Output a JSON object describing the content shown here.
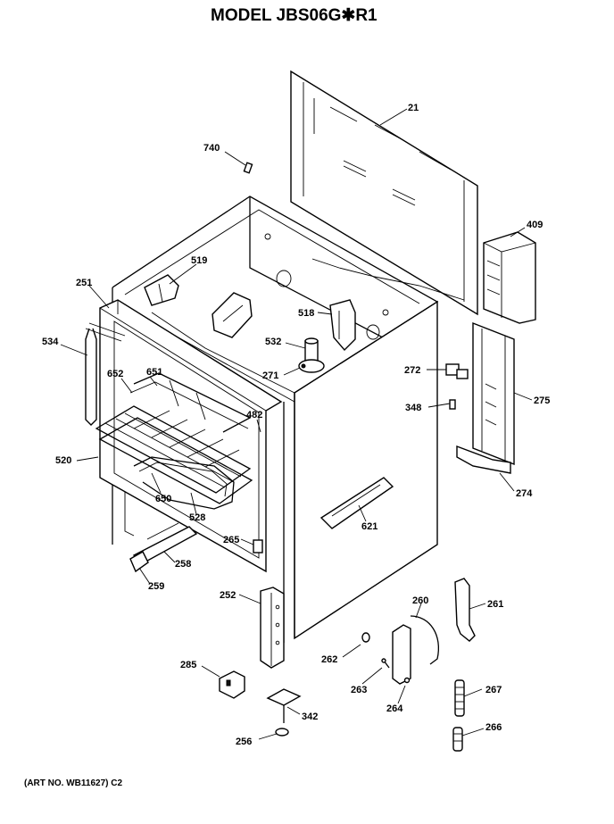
{
  "title": "MODEL JBS06G✱R1",
  "art_number": "(ART NO. WB11627) C2",
  "callouts": [
    {
      "id": "21",
      "label": "21"
    },
    {
      "id": "740",
      "label": "740"
    },
    {
      "id": "409",
      "label": "409"
    },
    {
      "id": "519",
      "label": "519"
    },
    {
      "id": "251",
      "label": "251"
    },
    {
      "id": "518",
      "label": "518"
    },
    {
      "id": "534",
      "label": "534"
    },
    {
      "id": "532",
      "label": "532"
    },
    {
      "id": "271",
      "label": "271"
    },
    {
      "id": "272",
      "label": "272"
    },
    {
      "id": "652",
      "label": "652"
    },
    {
      "id": "651",
      "label": "651"
    },
    {
      "id": "275",
      "label": "275"
    },
    {
      "id": "348",
      "label": "348"
    },
    {
      "id": "482",
      "label": "482"
    },
    {
      "id": "520",
      "label": "520"
    },
    {
      "id": "274",
      "label": "274"
    },
    {
      "id": "650",
      "label": "650"
    },
    {
      "id": "528",
      "label": "528"
    },
    {
      "id": "621",
      "label": "621"
    },
    {
      "id": "265",
      "label": "265"
    },
    {
      "id": "258",
      "label": "258"
    },
    {
      "id": "259",
      "label": "259"
    },
    {
      "id": "260",
      "label": "260"
    },
    {
      "id": "261",
      "label": "261"
    },
    {
      "id": "252",
      "label": "252"
    },
    {
      "id": "262",
      "label": "262"
    },
    {
      "id": "285",
      "label": "285"
    },
    {
      "id": "263",
      "label": "263"
    },
    {
      "id": "267",
      "label": "267"
    },
    {
      "id": "264",
      "label": "264"
    },
    {
      "id": "342",
      "label": "342"
    },
    {
      "id": "256",
      "label": "256"
    },
    {
      "id": "266",
      "label": "266"
    }
  ]
}
